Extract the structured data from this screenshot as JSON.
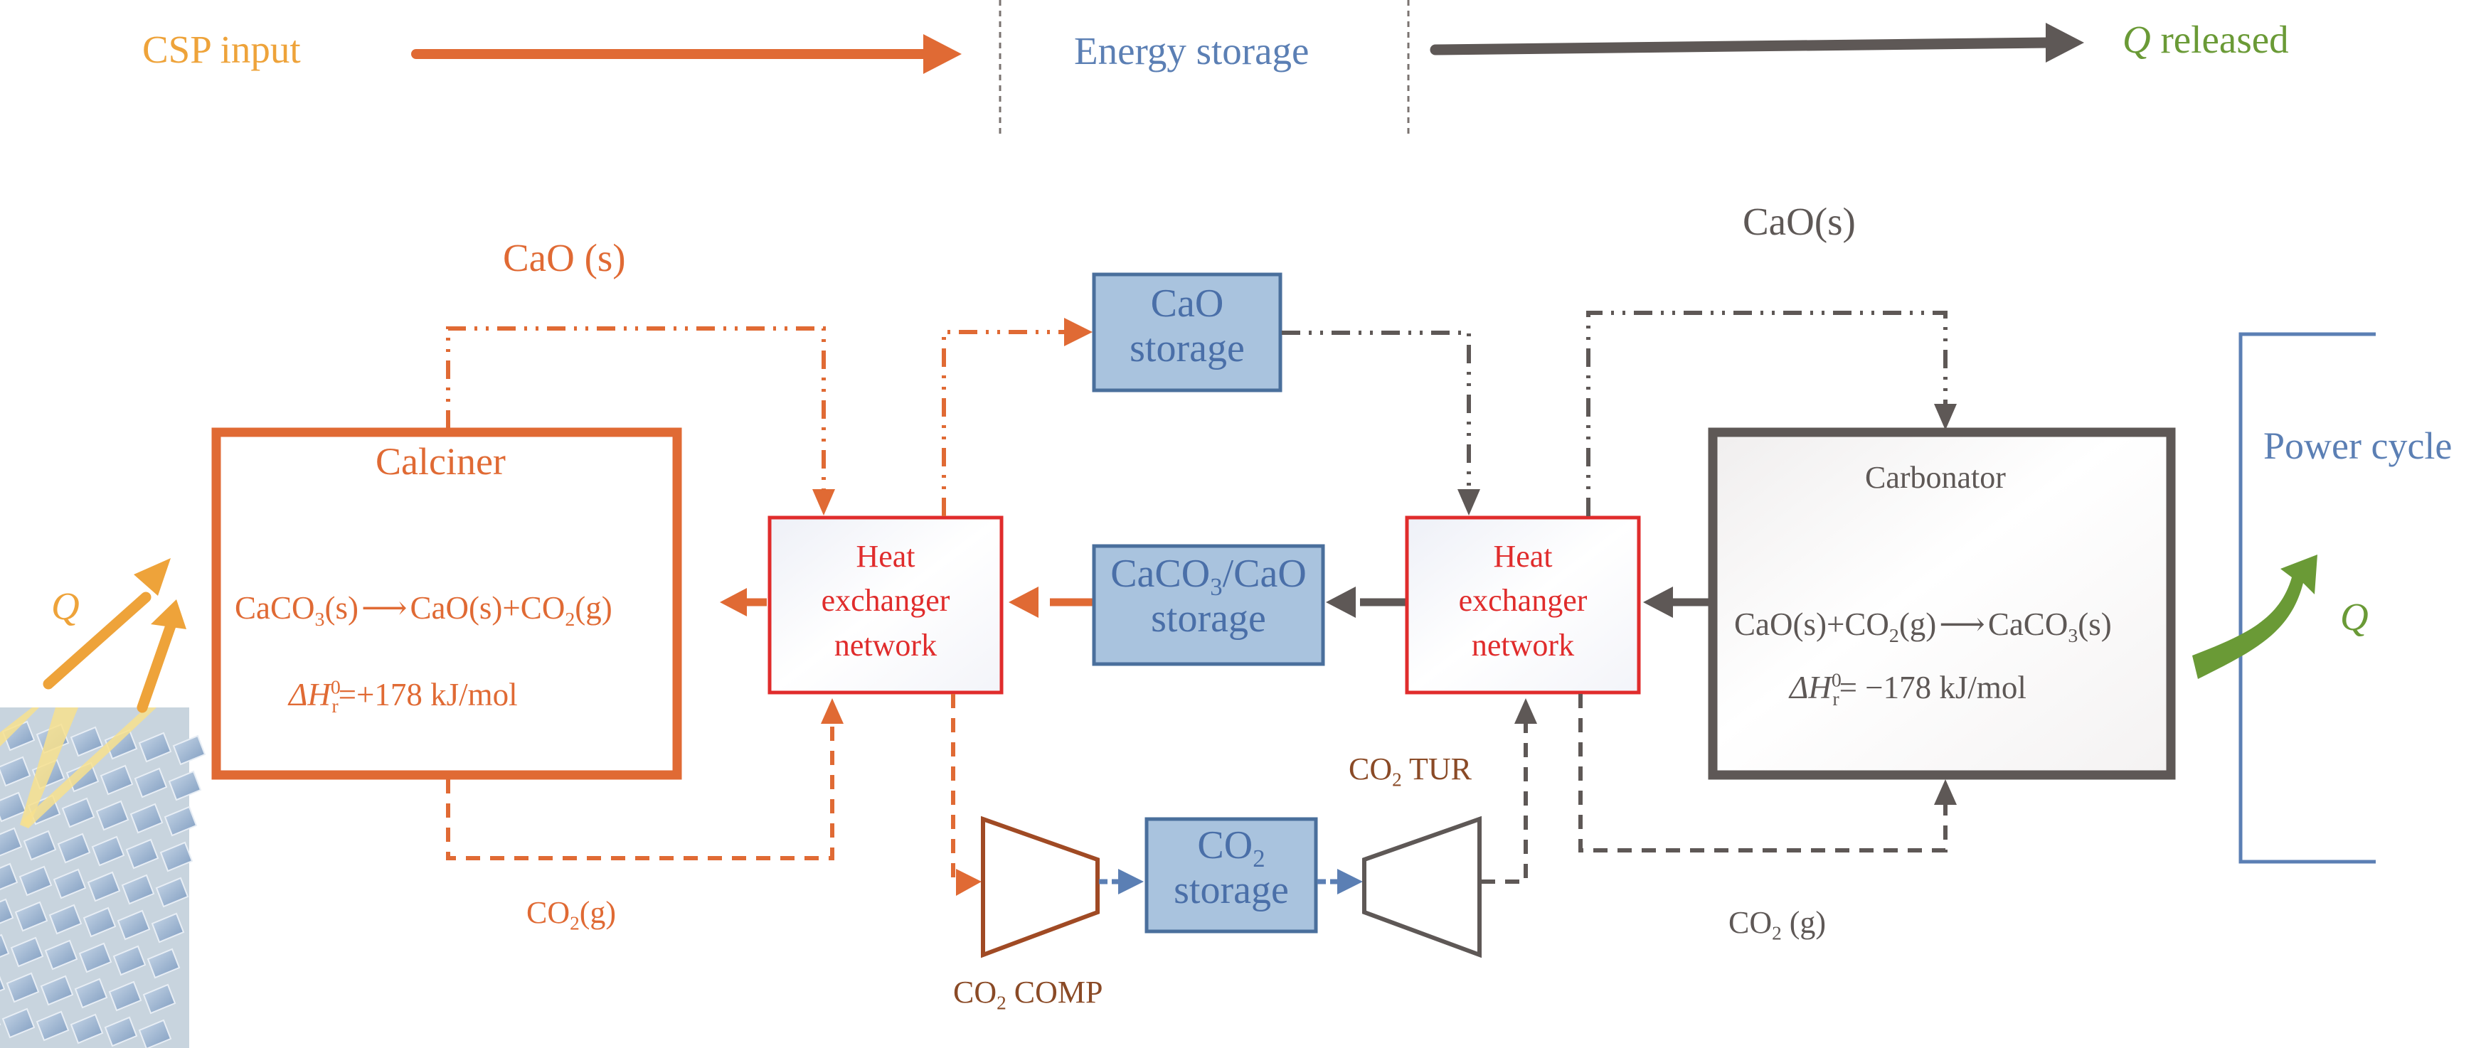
{
  "header": {
    "csp_input": "CSP input",
    "energy_storage": "Energy storage",
    "q_symbol": "Q",
    "q_released": " released"
  },
  "calciner": {
    "title": "Calciner",
    "reaction_left": "CaCO",
    "reaction_left_sub": "3",
    "reaction_left_state": "(s)",
    "reaction_arrow": "⟶",
    "reaction_right_a": "CaO(s)+CO",
    "reaction_right_sub": "2",
    "reaction_right_state": "(g)",
    "enthalpy_prefix": "ΔH",
    "enthalpy_sup": "0",
    "enthalpy_sub": "r",
    "enthalpy_value": "=+178 kJ/mol"
  },
  "carbonator": {
    "title": "Carbonator",
    "reaction_left_a": "CaO(s)+CO",
    "reaction_left_sub": "2",
    "reaction_left_state": "(g)",
    "reaction_arrow": "⟶",
    "reaction_right": "CaCO",
    "reaction_right_sub": "3",
    "reaction_right_state": "(s)",
    "enthalpy_prefix": "ΔH",
    "enthalpy_sup": "0",
    "enthalpy_sub": "r",
    "enthalpy_value": "= −178 kJ/mol"
  },
  "heat_exchanger_left": {
    "line1": "Heat",
    "line2": "exchanger",
    "line3": "network"
  },
  "heat_exchanger_right": {
    "line1": "Heat",
    "line2": "exchanger",
    "line3": "network"
  },
  "cao_storage": {
    "line1": "CaO",
    "line2": "storage"
  },
  "caco3_cao_storage": {
    "line1_a": "CaCO",
    "line1_sub": "3",
    "line1_b": "/CaO",
    "line2": "storage"
  },
  "co2_storage": {
    "line1": "CO",
    "line1_sub": "2",
    "line2": "storage"
  },
  "flow_labels": {
    "cao_s_left": "CaO (s)",
    "cao_s_right": "CaO(s)",
    "co2_g_left_a": "CO",
    "co2_g_left_sub": "2",
    "co2_g_left_b": "(g)",
    "co2_g_right_a": "CO",
    "co2_g_right_sub": "2",
    "co2_g_right_b": " (g)",
    "co2_comp_a": "CO",
    "co2_comp_sub": "2",
    "co2_comp_b": " COMP",
    "co2_tur_a": "CO",
    "co2_tur_sub": "2",
    "co2_tur_b": " TUR"
  },
  "solar": {
    "q_symbol": "Q"
  },
  "power_cycle": {
    "title": "Power cycle",
    "q_symbol": "Q"
  },
  "colors": {
    "orange": "#e06a34",
    "amber": "#eea33a",
    "gray": "#5e5856",
    "red": "#e02c2c",
    "storage_fill": "#a9c3de",
    "storage_stroke": "#4a6f9c",
    "blue": "#5b7fb4",
    "green": "#6a9a36",
    "brown": "#8a4a26"
  }
}
